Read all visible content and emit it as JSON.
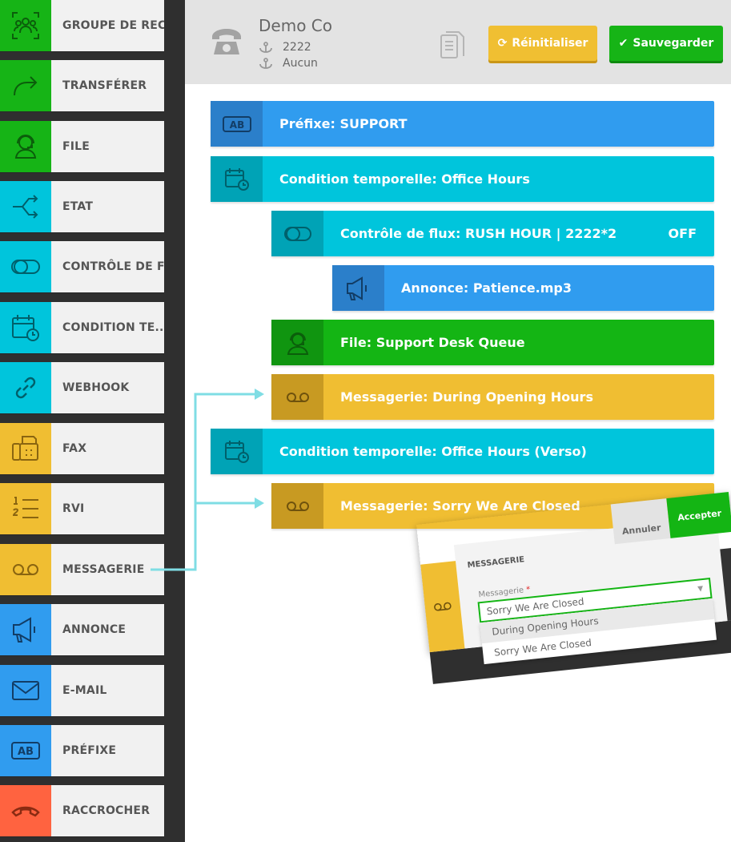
{
  "sidebar": {
    "items": [
      {
        "label": "GROUPE DE REC...",
        "icon": "group-icon",
        "color": "#16b416"
      },
      {
        "label": "TRANSFÉRER",
        "icon": "forward-arrow-icon",
        "color": "#16b416"
      },
      {
        "label": "FILE",
        "icon": "headset-icon",
        "color": "#16b416"
      },
      {
        "label": "ETAT",
        "icon": "split-arrows-icon",
        "color": "#00c5dc"
      },
      {
        "label": "CONTRÔLE DE F...",
        "icon": "toggle-icon",
        "color": "#00c5dc"
      },
      {
        "label": "CONDITION TE...",
        "icon": "calendar-clock-icon",
        "color": "#00c5dc"
      },
      {
        "label": "WEBHOOK",
        "icon": "link-icon",
        "color": "#00c5dc"
      },
      {
        "label": "FAX",
        "icon": "fax-icon",
        "color": "#f0be32"
      },
      {
        "label": "RVI",
        "icon": "numbered-list-icon",
        "color": "#f0be32"
      },
      {
        "label": "MESSAGERIE",
        "icon": "voicemail-icon",
        "color": "#f0be32"
      },
      {
        "label": "ANNONCE",
        "icon": "megaphone-icon",
        "color": "#309cef"
      },
      {
        "label": "E-MAIL",
        "icon": "envelope-icon",
        "color": "#309cef"
      },
      {
        "label": "PRÉFIXE",
        "icon": "ab-badge-icon",
        "color": "#309cef"
      },
      {
        "label": "RACCROCHER",
        "icon": "hangup-icon",
        "color": "#ff6340"
      }
    ]
  },
  "header": {
    "company": "Demo Co",
    "extension": "2222",
    "fallback": "Aucun",
    "reset_label": "Réinitialiser",
    "save_label": "Sauvegarder"
  },
  "flow": {
    "blocks": [
      {
        "label": "Préfixe: SUPPORT",
        "color": "blue",
        "icon": "ab-badge-icon"
      },
      {
        "label": "Condition temporelle: Office Hours",
        "color": "cyan",
        "icon": "calendar-clock-icon"
      },
      {
        "label": "Contrôle de flux: RUSH HOUR | 2222*2",
        "state": "OFF",
        "color": "cyan",
        "icon": "toggle-icon"
      },
      {
        "label": "Annonce: Patience.mp3",
        "color": "blue",
        "icon": "megaphone-icon"
      },
      {
        "label": "File: Support Desk Queue",
        "color": "green",
        "icon": "headset-icon"
      },
      {
        "label": "Messagerie: During Opening Hours",
        "color": "yellow",
        "icon": "voicemail-icon"
      },
      {
        "label": "Condition temporelle: Office Hours (Verso)",
        "color": "cyan",
        "icon": "calendar-clock-icon"
      },
      {
        "label": "Messagerie: Sorry We Are Closed",
        "color": "yellow",
        "icon": "voicemail-icon"
      }
    ]
  },
  "popup": {
    "cancel_label": "Annuler",
    "accept_label": "Accepter",
    "title": "MESSAGERIE",
    "field_label": "Messagerie",
    "required_mark": "*",
    "selected_value": "Sorry We Are Closed",
    "options": [
      "During Opening Hours",
      "Sorry We Are Closed"
    ]
  },
  "colors": {
    "green": "#16b416",
    "cyan": "#00c5dc",
    "yellow": "#f0be32",
    "blue": "#309cef",
    "red": "#ff6340",
    "connector": "#7fdde4"
  }
}
